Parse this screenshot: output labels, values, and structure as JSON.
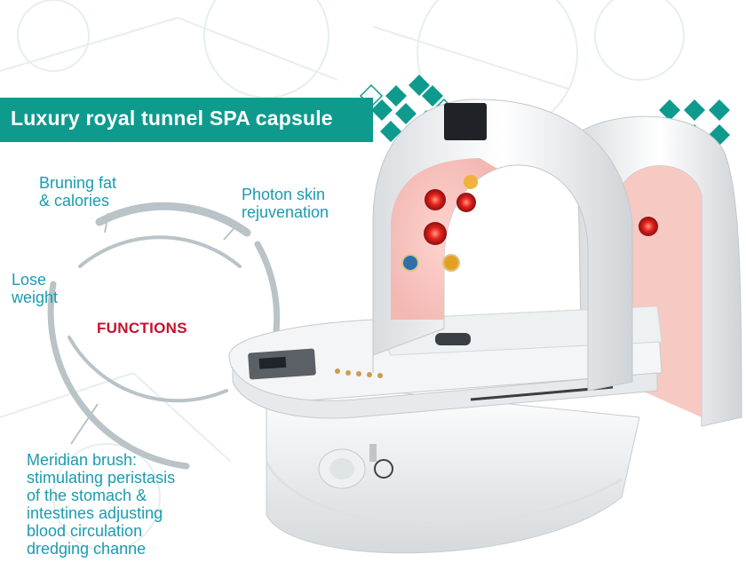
{
  "banner": {
    "title": "Luxury royal tunnel SPA capsule"
  },
  "functions_title": "FUNCTIONS",
  "labels": {
    "burning_fat": [
      "Bruning fat",
      "& calories"
    ],
    "photon_skin": [
      "Photon skin",
      "rejuvenation"
    ],
    "lose_weight": [
      "Lose",
      "weight"
    ],
    "meridian_brush": [
      "Meridian brush:",
      "stimulating peristasis",
      "of the stomach &",
      "intestines adjusting",
      "blood circulation",
      "dredging channe"
    ]
  },
  "colors": {
    "teal": "#0f9a8e",
    "label_blue": "#1a9bb0",
    "functions_red": "#c8102e",
    "ring_gray": "#b9c3c8"
  }
}
